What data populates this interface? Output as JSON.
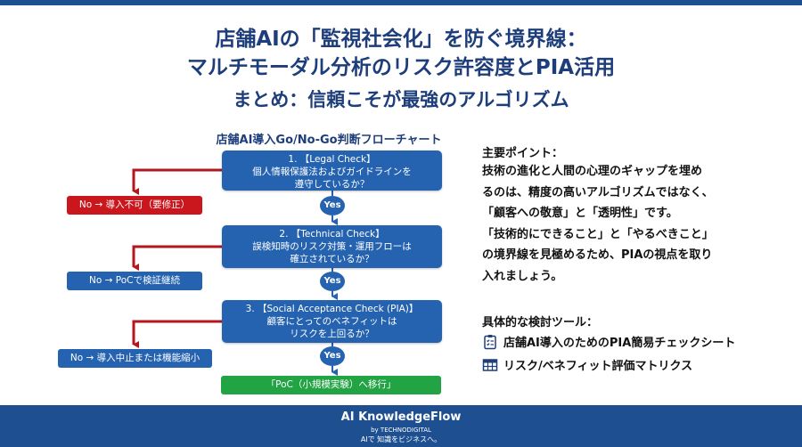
{
  "header": {
    "title_line1": "店舗AIの「監視社会化」を防ぐ境界線：",
    "title_line2": "マルチモーダル分析のリスク許容度とPIA活用",
    "subtitle": "まとめ：信頼こそが最強のアルゴリズム"
  },
  "flowchart": {
    "title": "店舗AI導入Go/No-Go判断フローチャート",
    "steps": [
      {
        "lines": [
          "1. 【Legal Check】",
          "個人情報保護法およびガイドラインを",
          "遵守しているか？"
        ]
      },
      {
        "lines": [
          "2. 【Technical Check】",
          "誤検知時のリスク対策・運用フローは",
          "確立されているか？"
        ]
      },
      {
        "lines": [
          "3. 【Social Acceptance Check (PIA)】",
          "顧客にとってのベネフィットは",
          "リスクを上回るか？"
        ]
      }
    ],
    "yes_label": "Yes",
    "no_outcomes": [
      "No → 導入不可（要修正）",
      "No → PoCで検証継続",
      "No → 導入中止または機能縮小"
    ],
    "final": "「PoC（小規模実験）へ移行」"
  },
  "key_points": {
    "heading": "主要ポイント：",
    "lines": [
      "技術の進化と人間の心理のギャップを埋め",
      "るのは、精度の高いアルゴリズムではなく、",
      "「顧客への敬意」と「透明性」です。",
      "「技術的にできること」と「やるべきこと」",
      "の境界線を見極めるため、PIAの視点を取り",
      "入れましょう。"
    ]
  },
  "tools": {
    "heading": "具体的な検討ツール：",
    "items": [
      {
        "icon": "checklist-icon",
        "label": "店舗AI導入のためのPIA簡易チェックシート"
      },
      {
        "icon": "table-grid-icon",
        "label": "リスク/ベネフィット評価マトリクス"
      }
    ]
  },
  "footer": {
    "brand": "AI KnowledgeFlow",
    "byline": "by TECHNODIGITAL",
    "tagline": "AIで 知識をビジネスへ。"
  },
  "colors": {
    "navy": "#1d3e7a",
    "step_blue": "#2563b0",
    "no_red": "#c9171d",
    "go_green": "#22a344",
    "arrow_red": "#b3161c",
    "footer_blue": "#1d4f91"
  }
}
